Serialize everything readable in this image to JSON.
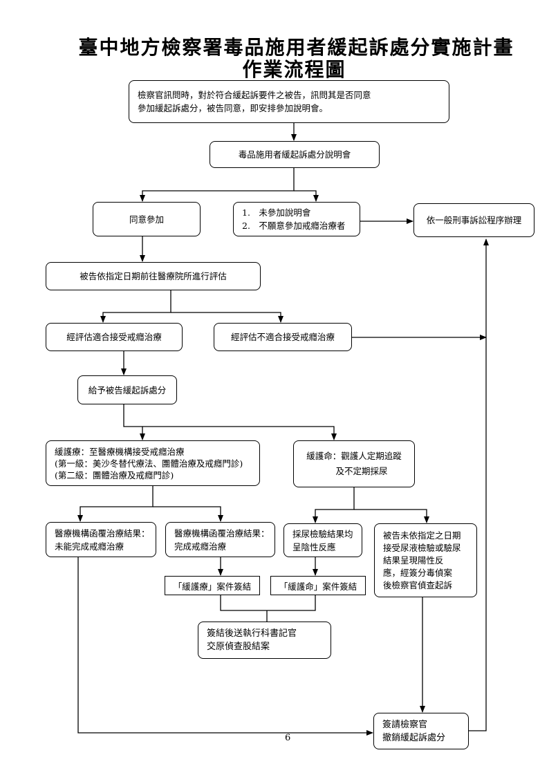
{
  "title": {
    "line1": "臺中地方檢察署毒品施用者緩起訴處分實施計畫",
    "line2": "作業流程圖"
  },
  "nodes": {
    "interrogation": {
      "line1": "檢察官訊問時，對於符合緩起訴要件之被告，訊問其是否同意",
      "line2": "參加緩起訴處分，被告同意，即安排參加說明會。"
    },
    "briefing": "毒品施用者緩起訴處分說明會",
    "agree": "同意參加",
    "not_attend": {
      "item1": "1.　未參加說明會",
      "item2": "2.　不願意參加戒癮治療者"
    },
    "ordinary_procedure": "依一般刑事訴訟程序辦理",
    "evaluation": "被告依指定日期前往醫療院所進行評估",
    "suitable": "經評估適合接受戒癮治療",
    "not_suitable": "經評估不適合接受戒癮治療",
    "grant_deferred": "給予被告緩起訴處分",
    "treatment": {
      "line1": "緩護療：至醫療機構接受戒癮治療",
      "line2": "(第一級：美沙冬替代療法、團體治療及戒癮門診)",
      "line3": "(第二級：團體治療及戒癮門診)"
    },
    "supervision": {
      "line1": "緩護命：觀護人定期追蹤",
      "line2": "及不定期採尿"
    },
    "treatment_failed": {
      "line1": "醫療機構函覆治療結果：",
      "line2": "未能完成戒癮治療"
    },
    "treatment_completed": {
      "line1": "醫療機構函覆治療結果：",
      "line2": "完成戒癮治療"
    },
    "urine_negative": {
      "line1": "採尿檢驗結果均",
      "line2": "呈陰性反應"
    },
    "violation": {
      "line1": "被告未依指定之日期",
      "line2": "接受尿液檢驗或驗尿",
      "line3": "結果呈現陽性反",
      "line4": "應，經簽分毒偵案",
      "line5": "後檢察官偵查起訴"
    },
    "treatment_closed": "「緩護療」案件簽結",
    "supervision_closed": "「緩護命」案件簽結",
    "archive": {
      "line1": "簽結後送執行科書記官",
      "line2": "交原偵查股結案"
    },
    "revoke": {
      "line1": "簽請檢察官",
      "line2": "撤銷緩起訴處分"
    }
  },
  "page_number": "6"
}
